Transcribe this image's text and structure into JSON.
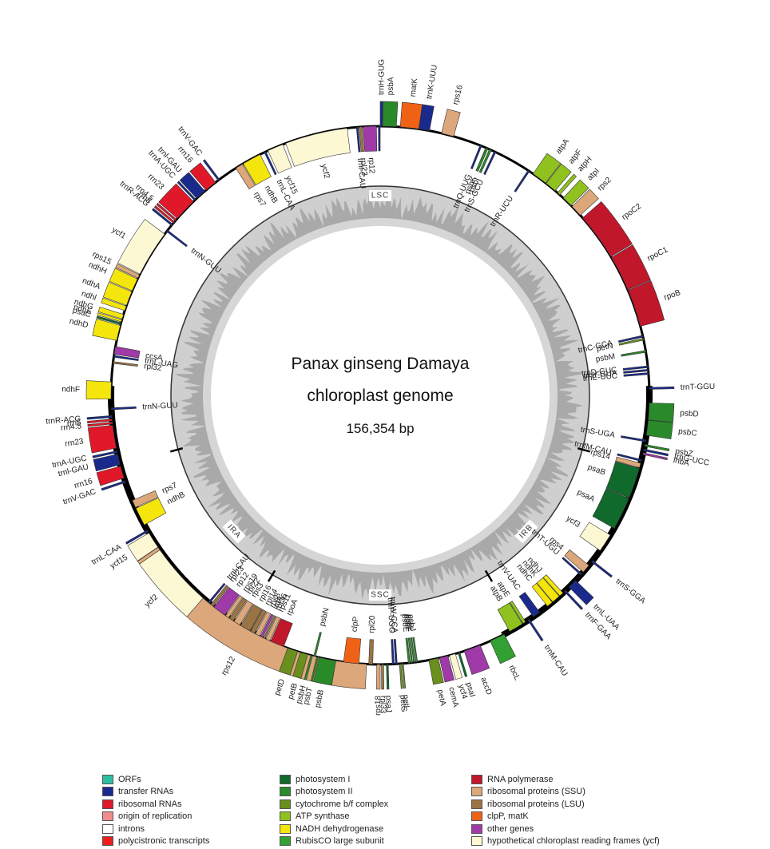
{
  "title": {
    "line1": "Panax ginseng Damaya",
    "line2": "chloroplast genome",
    "size": "156,354 bp"
  },
  "regions": [
    "LSC",
    "IRB",
    "SSC",
    "IRA"
  ],
  "categories": {
    "orf": {
      "label": "ORFs",
      "color": "#2bbfa5"
    },
    "trna": {
      "label": "transfer RNAs",
      "color": "#1a2a8c"
    },
    "rrna": {
      "label": "ribosomal RNAs",
      "color": "#e0182a"
    },
    "ori": {
      "label": "origin of replication",
      "color": "#f08c8c"
    },
    "intron": {
      "label": "introns",
      "color": "#ffffff"
    },
    "poly": {
      "label": "polycistronic transcripts",
      "color": "#ee1c1c"
    },
    "ps1": {
      "label": "photosystem I",
      "color": "#0f6a2c"
    },
    "ps2": {
      "label": "photosystem II",
      "color": "#2a8a2a"
    },
    "cyt": {
      "label": "cytochrome b/f complex",
      "color": "#6a8f1e"
    },
    "atp": {
      "label": "ATP synthase",
      "color": "#8fc21e"
    },
    "ndh": {
      "label": "NADH dehydrogenase",
      "color": "#f4e60c"
    },
    "rbc": {
      "label": "RubisCO large subunit",
      "color": "#32a032"
    },
    "rpo": {
      "label": "RNA polymerase",
      "color": "#c0172b"
    },
    "ssu": {
      "label": "ribosomal proteins (SSU)",
      "color": "#dca77a"
    },
    "lsu": {
      "label": "ribosomal proteins (LSU)",
      "color": "#9a7444"
    },
    "clp": {
      "label": "clpP, matK",
      "color": "#ef6216"
    },
    "other": {
      "label": "other genes",
      "color": "#a03aa8"
    },
    "ycf": {
      "label": "hypothetical chloroplast reading frames (ycf)",
      "color": "#fcf8d4"
    }
  },
  "legend_columns": [
    [
      "orf",
      "trna",
      "rrna",
      "ori",
      "intron",
      "poly"
    ],
    [
      "ps1",
      "ps2",
      "cyt",
      "atp",
      "ndh",
      "rbc"
    ],
    [
      "rpo",
      "ssu",
      "lsu",
      "clp",
      "other",
      "ycf"
    ]
  ],
  "genes": [
    {
      "name": "trnH-GUG",
      "cat": "trna",
      "start": 0,
      "end": 0.8,
      "strand": "out"
    },
    {
      "name": "psbA",
      "cat": "ps2",
      "start": 0.8,
      "end": 5.2,
      "strand": "out"
    },
    {
      "name": "matK",
      "cat": "clp",
      "start": 6.5,
      "end": 12.5,
      "strand": "out"
    },
    {
      "name": "trnK-UUU",
      "cat": "trna",
      "start": 12.5,
      "end": 16,
      "strand": "out"
    },
    {
      "name": "rps16",
      "cat": "ssu",
      "start": 20,
      "end": 24,
      "strand": "out"
    },
    {
      "name": "trnQ-UUG",
      "cat": "trna",
      "start": 33,
      "end": 33.6,
      "strand": "in"
    },
    {
      "name": "psbK",
      "cat": "ps2",
      "start": 35,
      "end": 35.8,
      "strand": "in"
    },
    {
      "name": "psbI",
      "cat": "ps2",
      "start": 36.3,
      "end": 37,
      "strand": "in"
    },
    {
      "name": "trnS-GCU",
      "cat": "trna",
      "start": 38,
      "end": 38.6,
      "strand": "in"
    },
    {
      "name": "trnR-UCU",
      "cat": "trna",
      "start": 50.5,
      "end": 51.1,
      "strand": "in"
    },
    {
      "name": "atpA",
      "cat": "atp",
      "start": 52.5,
      "end": 57.5,
      "strand": "out"
    },
    {
      "name": "atpF",
      "cat": "atp",
      "start": 57.7,
      "end": 61.5,
      "strand": "out"
    },
    {
      "name": "atpH",
      "cat": "atp",
      "start": 62.5,
      "end": 63.5,
      "strand": "out"
    },
    {
      "name": "atpI",
      "cat": "atp",
      "start": 65,
      "end": 68.5,
      "strand": "out"
    },
    {
      "name": "rps2",
      "cat": "ssu",
      "start": 69,
      "end": 72.8,
      "strand": "out"
    },
    {
      "name": "rpoC2",
      "cat": "rpo",
      "start": 74,
      "end": 89.5,
      "strand": "out"
    },
    {
      "name": "rpoC1",
      "cat": "rpo",
      "start": 89.8,
      "end": 101.5,
      "strand": "out"
    },
    {
      "name": "rpoB",
      "cat": "rpo",
      "start": 101.7,
      "end": 114,
      "strand": "out"
    },
    {
      "name": "trnC-GCA",
      "cat": "trna",
      "start": 117,
      "end": 117.6,
      "strand": "in"
    },
    {
      "name": "petN",
      "cat": "cyt",
      "start": 118,
      "end": 118.6,
      "strand": "in"
    },
    {
      "name": "psbM",
      "cat": "ps2",
      "start": 122,
      "end": 122.6,
      "strand": "in"
    },
    {
      "name": "trnD-GUC",
      "cat": "trna",
      "start": 127,
      "end": 127.6,
      "strand": "in"
    },
    {
      "name": "trnY-GUA",
      "cat": "trna",
      "start": 128.1,
      "end": 128.7,
      "strand": "in"
    },
    {
      "name": "trnE-UUC",
      "cat": "trna",
      "start": 129.2,
      "end": 129.8,
      "strand": "in"
    },
    {
      "name": "trnT-GGU",
      "cat": "trna",
      "start": 134,
      "end": 134.6,
      "strand": "out"
    },
    {
      "name": "psbD",
      "cat": "ps2",
      "start": 139,
      "end": 144.5,
      "strand": "out"
    },
    {
      "name": "psbC",
      "cat": "ps2",
      "start": 144.6,
      "end": 149.5,
      "strand": "out"
    },
    {
      "name": "trnS-UGA",
      "cat": "trna",
      "start": 151,
      "end": 151.6,
      "strand": "in"
    },
    {
      "name": "psbZ",
      "cat": "ps2",
      "start": 152.5,
      "end": 153.1,
      "strand": "out"
    },
    {
      "name": "trnG-UCC",
      "cat": "trna",
      "start": 154,
      "end": 154.6,
      "strand": "out"
    },
    {
      "name": "lhbA",
      "cat": "other",
      "start": 155.2,
      "end": 155.8,
      "strand": "out"
    },
    {
      "name": "trnfM-CAU",
      "cat": "trna",
      "start": 157.5,
      "end": 158.1,
      "strand": "in"
    },
    {
      "name": "rps14",
      "cat": "ssu",
      "start": 158.7,
      "end": 160.2,
      "strand": "in"
    },
    {
      "name": "psaB",
      "cat": "ps1",
      "start": 160.4,
      "end": 170.5,
      "strand": "in"
    },
    {
      "name": "psaA",
      "cat": "ps1",
      "start": 170.7,
      "end": 181.5,
      "strand": "in"
    },
    {
      "name": "ycf3",
      "cat": "ycf",
      "start": 184,
      "end": 190,
      "strand": "in"
    },
    {
      "name": "trnS-GGA",
      "cat": "trna",
      "start": 194,
      "end": 194.6,
      "strand": "out"
    },
    {
      "name": "rps4",
      "cat": "ssu",
      "start": 196,
      "end": 198.8,
      "strand": "in"
    },
    {
      "name": "trnT-UGU",
      "cat": "trna",
      "start": 199.5,
      "end": 200.1,
      "strand": "in"
    },
    {
      "name": "trnL-UAA",
      "cat": "trna",
      "start": 202.5,
      "end": 205.5,
      "strand": "out"
    },
    {
      "name": "trnF-GAA",
      "cat": "trna",
      "start": 207,
      "end": 207.6,
      "strand": "out"
    },
    {
      "name": "ndhJ",
      "cat": "ndh",
      "start": 208.2,
      "end": 209.6,
      "strand": "in"
    },
    {
      "name": "ndhK",
      "cat": "ndh",
      "start": 209.8,
      "end": 212.6,
      "strand": "in"
    },
    {
      "name": "ndhC",
      "cat": "ndh",
      "start": 212.8,
      "end": 214.8,
      "strand": "in"
    },
    {
      "name": "trnV-UAC",
      "cat": "trna",
      "start": 218,
      "end": 220.5,
      "strand": "in"
    },
    {
      "name": "trnM-CAU",
      "cat": "trna",
      "start": 222,
      "end": 222.6,
      "strand": "out"
    },
    {
      "name": "atpE",
      "cat": "atp",
      "start": 223.5,
      "end": 224.5,
      "strand": "in"
    },
    {
      "name": "atpB",
      "cat": "atp",
      "start": 224.7,
      "end": 229.5,
      "strand": "in"
    },
    {
      "name": "rbcL",
      "cat": "rbc",
      "start": 231.5,
      "end": 236.5,
      "strand": "out"
    },
    {
      "name": "accD",
      "cat": "other",
      "start": 240,
      "end": 245.5,
      "strand": "out"
    },
    {
      "name": "psaI",
      "cat": "ps1",
      "start": 247,
      "end": 247.6,
      "strand": "out"
    },
    {
      "name": "ycf4",
      "cat": "ycf",
      "start": 248.5,
      "end": 250.5,
      "strand": "out"
    },
    {
      "name": "cemA",
      "cat": "other",
      "start": 251,
      "end": 253.8,
      "strand": "out"
    },
    {
      "name": "petA",
      "cat": "cyt",
      "start": 254.2,
      "end": 257.3,
      "strand": "out"
    },
    {
      "name": "psbJ",
      "cat": "ps2",
      "start": 261,
      "end": 261.5,
      "strand": "in"
    },
    {
      "name": "psbL",
      "cat": "ps2",
      "start": 261.8,
      "end": 262.3,
      "strand": "in"
    },
    {
      "name": "psbF",
      "cat": "ps2",
      "start": 262.6,
      "end": 263.1,
      "strand": "in"
    },
    {
      "name": "psbE",
      "cat": "ps2",
      "start": 263.4,
      "end": 264,
      "strand": "in"
    },
    {
      "name": "petL",
      "cat": "cyt",
      "start": 265.6,
      "end": 266.1,
      "strand": "out"
    },
    {
      "name": "petG",
      "cat": "cyt",
      "start": 266.4,
      "end": 266.9,
      "strand": "out"
    },
    {
      "name": "trnW-CCA",
      "cat": "trna",
      "start": 267.6,
      "end": 268.2,
      "strand": "in"
    },
    {
      "name": "trnP-UGG",
      "cat": "trna",
      "start": 268.6,
      "end": 269.2,
      "strand": "in"
    },
    {
      "name": "psaJ",
      "cat": "ps1",
      "start": 270.5,
      "end": 271.1,
      "strand": "out"
    },
    {
      "name": "rpl33",
      "cat": "lsu",
      "start": 272,
      "end": 272.7,
      "strand": "out"
    },
    {
      "name": "rps18",
      "cat": "ssu",
      "start": 273.1,
      "end": 274.2,
      "strand": "out"
    },
    {
      "name": "rpl20",
      "cat": "lsu",
      "start": 275.5,
      "end": 276.8,
      "strand": "in"
    },
    {
      "name": "rps12",
      "cat": "ssu",
      "start": 277.5,
      "end": 357.5,
      "strand": "out",
      "label": "rps12"
    },
    {
      "name": "clpP",
      "cat": "clp",
      "start": 280,
      "end": 285,
      "strand": "in"
    },
    {
      "name": "psbB",
      "cat": "ps2",
      "start": 287.5,
      "end": 293,
      "strand": "out"
    },
    {
      "name": "psbT",
      "cat": "ps2",
      "start": 293.3,
      "end": 293.8,
      "strand": "out"
    },
    {
      "name": "psbN",
      "cat": "ps2",
      "start": 294.2,
      "end": 294.8,
      "strand": "in"
    },
    {
      "name": "psbH",
      "cat": "ps2",
      "start": 295.2,
      "end": 295.8,
      "strand": "out"
    },
    {
      "name": "petB",
      "cat": "cyt",
      "start": 296.8,
      "end": 299.3,
      "strand": "out"
    },
    {
      "name": "petD",
      "cat": "cyt",
      "start": 300.2,
      "end": 303.6,
      "strand": "out"
    },
    {
      "name": "rpoA",
      "cat": "rpo",
      "start": 305,
      "end": 309.5,
      "strand": "in"
    },
    {
      "name": "rps11",
      "cat": "ssu",
      "start": 309.8,
      "end": 311.2,
      "strand": "in"
    },
    {
      "name": "rpl36",
      "cat": "lsu",
      "start": 311.5,
      "end": 312.1,
      "strand": "in"
    },
    {
      "name": "infA",
      "cat": "other",
      "start": 312.4,
      "end": 313.2,
      "strand": "in"
    },
    {
      "name": "rps8",
      "cat": "ssu",
      "start": 313.5,
      "end": 315,
      "strand": "in"
    },
    {
      "name": "rpl14",
      "cat": "lsu",
      "start": 315.3,
      "end": 316.8,
      "strand": "in"
    },
    {
      "name": "rpl16",
      "cat": "lsu",
      "start": 317,
      "end": 320.5,
      "strand": "in"
    },
    {
      "name": "rps3",
      "cat": "ssu",
      "start": 320.8,
      "end": 323,
      "strand": "in"
    },
    {
      "name": "rpl22",
      "cat": "lsu",
      "start": 323.3,
      "end": 324.8,
      "strand": "in"
    },
    {
      "name": "rps19",
      "cat": "ssu",
      "start": 325.1,
      "end": 326.3,
      "strand": "in"
    },
    {
      "name": "rpl2",
      "cat": "other",
      "start": 326.6,
      "end": 331,
      "strand": "in",
      "label": "rp12"
    },
    {
      "name": "rpl23",
      "cat": "lsu",
      "start": 331.3,
      "end": 332.3,
      "strand": "in"
    },
    {
      "name": "trnI-CAU",
      "cat": "trna",
      "start": 332.8,
      "end": 333.4,
      "strand": "in",
      "label": "trnl-CAU"
    },
    {
      "name": "ycf2",
      "cat": "ycf",
      "start": 335.5,
      "end": 356.5,
      "strand": "out"
    },
    {
      "name": "ycf15",
      "cat": "ycf",
      "start": 357.6,
      "end": 363,
      "strand": "out"
    },
    {
      "name": "trnL-CAA",
      "cat": "trna",
      "start": 363.5,
      "end": 364.1,
      "strand": "out"
    },
    {
      "name": "ndhB",
      "cat": "ndh",
      "start": 366,
      "end": 372,
      "strand": "in"
    },
    {
      "name": "rps7",
      "cat": "ssu",
      "start": 372.3,
      "end": 374.8,
      "strand": "in"
    },
    {
      "name": "trnV-GAC",
      "cat": "trna",
      "start": 381,
      "end": 381.6,
      "strand": "out"
    },
    {
      "name": "rrn16",
      "cat": "rrna",
      "start": 382.5,
      "end": 386.5,
      "strand": "out",
      "label": "rrn16"
    },
    {
      "name": "trnI-GAU",
      "cat": "trna",
      "start": 387,
      "end": 390.5,
      "strand": "out",
      "label": "trnl-GAU"
    },
    {
      "name": "trnA-UGC",
      "cat": "trna",
      "start": 391,
      "end": 391.6,
      "strand": "out"
    },
    {
      "name": "rrn23",
      "cat": "rrna",
      "start": 392.5,
      "end": 400,
      "strand": "out"
    },
    {
      "name": "rrn4.5",
      "cat": "rrna",
      "start": 400.4,
      "end": 401,
      "strand": "out"
    },
    {
      "name": "rrn5",
      "cat": "rrna",
      "start": 401.4,
      "end": 402,
      "strand": "out"
    },
    {
      "name": "trnR-ACG",
      "cat": "trna",
      "start": 402.5,
      "end": 403.1,
      "strand": "out"
    },
    {
      "name": "trnN-GUU",
      "cat": "trna",
      "start": 405,
      "end": 405.6,
      "strand": "in"
    },
    {
      "name": "ndhF",
      "cat": "ndh",
      "start": 408.5,
      "end": 414,
      "strand": "out"
    },
    {
      "name": "rpl32",
      "cat": "lsu",
      "start": 420,
      "end": 420.6,
      "strand": "in"
    },
    {
      "name": "trnL-UAG",
      "cat": "trna",
      "start": 422,
      "end": 422.6,
      "strand": "in"
    },
    {
      "name": "ccsA",
      "cat": "other",
      "start": 423,
      "end": 425.5,
      "strand": "in"
    },
    {
      "name": "ndhD",
      "cat": "ndh",
      "start": 427.5,
      "end": 432.5,
      "strand": "out"
    },
    {
      "name": "psaC",
      "cat": "ps1",
      "start": 432.8,
      "end": 433.4,
      "strand": "out"
    },
    {
      "name": "ndhE",
      "cat": "ndh",
      "start": 433.7,
      "end": 434.4,
      "strand": "out"
    },
    {
      "name": "ndhG",
      "cat": "ndh",
      "start": 434.7,
      "end": 436.2,
      "strand": "out"
    },
    {
      "name": "ndhI",
      "cat": "ndh",
      "start": 437.5,
      "end": 439,
      "strand": "out",
      "label": "ndhl"
    },
    {
      "name": "ndhA",
      "cat": "ndh",
      "start": 439.3,
      "end": 444,
      "strand": "out"
    },
    {
      "name": "ndhH",
      "cat": "ndh",
      "start": 444.3,
      "end": 448.5,
      "strand": "out"
    },
    {
      "name": "rps15",
      "cat": "ssu",
      "start": 448.8,
      "end": 450,
      "strand": "out"
    },
    {
      "name": "ycf1",
      "cat": "ycf",
      "start": 450.3,
      "end": 465.5,
      "strand": "out"
    },
    {
      "name": "trnN-GUU",
      "cat": "trna",
      "start": 466.5,
      "end": 467.1,
      "strand": "in"
    },
    {
      "name": "trnR-ACG",
      "cat": "trna",
      "start": 469,
      "end": 469.6,
      "strand": "out"
    },
    {
      "name": "rrn5",
      "cat": "rrna",
      "start": 470,
      "end": 470.6,
      "strand": "out"
    },
    {
      "name": "rrn4.5",
      "cat": "rrna",
      "start": 471,
      "end": 471.6,
      "strand": "out"
    },
    {
      "name": "rrn23",
      "cat": "rrna",
      "start": 472,
      "end": 479.5,
      "strand": "out"
    },
    {
      "name": "trnA-UGC",
      "cat": "trna",
      "start": 480,
      "end": 480.6,
      "strand": "out"
    },
    {
      "name": "trnI-GAU",
      "cat": "trna",
      "start": 481,
      "end": 484.5,
      "strand": "out",
      "label": "trnl-GAU"
    },
    {
      "name": "rrn16",
      "cat": "rrna",
      "start": 485,
      "end": 489,
      "strand": "out"
    },
    {
      "name": "trnV-GAC",
      "cat": "trna",
      "start": 490,
      "end": 490.6,
      "strand": "out"
    },
    {
      "name": "rps7",
      "cat": "ssu",
      "start": 497,
      "end": 499.5,
      "strand": "in"
    },
    {
      "name": "ndhB",
      "cat": "ndh",
      "start": 499.8,
      "end": 506,
      "strand": "in"
    },
    {
      "name": "trnL-CAA",
      "cat": "trna",
      "start": 507.5,
      "end": 508.1,
      "strand": "in"
    },
    {
      "name": "ycf15",
      "cat": "ycf",
      "start": 508.8,
      "end": 514,
      "strand": "in"
    },
    {
      "name": "ycf2",
      "cat": "ycf",
      "start": 515,
      "end": 535.5,
      "strand": "in"
    },
    {
      "name": "trnI-CAU",
      "cat": "trna",
      "start": 538.5,
      "end": 539.1,
      "strand": "in",
      "label": "trnl-CAU"
    },
    {
      "name": "rpl23",
      "cat": "lsu",
      "start": 539.4,
      "end": 540.4,
      "strand": "in"
    },
    {
      "name": "rpl2",
      "cat": "other",
      "start": 540.7,
      "end": 545,
      "strand": "in",
      "label": "rp12"
    },
    {
      "name": "trnH-GUG-end",
      "cat": "trna",
      "start": 545.6,
      "end": 546.2,
      "strand": "in",
      "label": ""
    }
  ],
  "ticks": [
    70,
    118,
    298,
    330,
    410,
    480
  ],
  "labels_inside": [
    {
      "text": "LSC",
      "angle": 0
    },
    {
      "text": "IRB",
      "angle": 118
    },
    {
      "text": "SSC",
      "angle": 180
    },
    {
      "text": "IRA",
      "angle": 242
    }
  ]
}
